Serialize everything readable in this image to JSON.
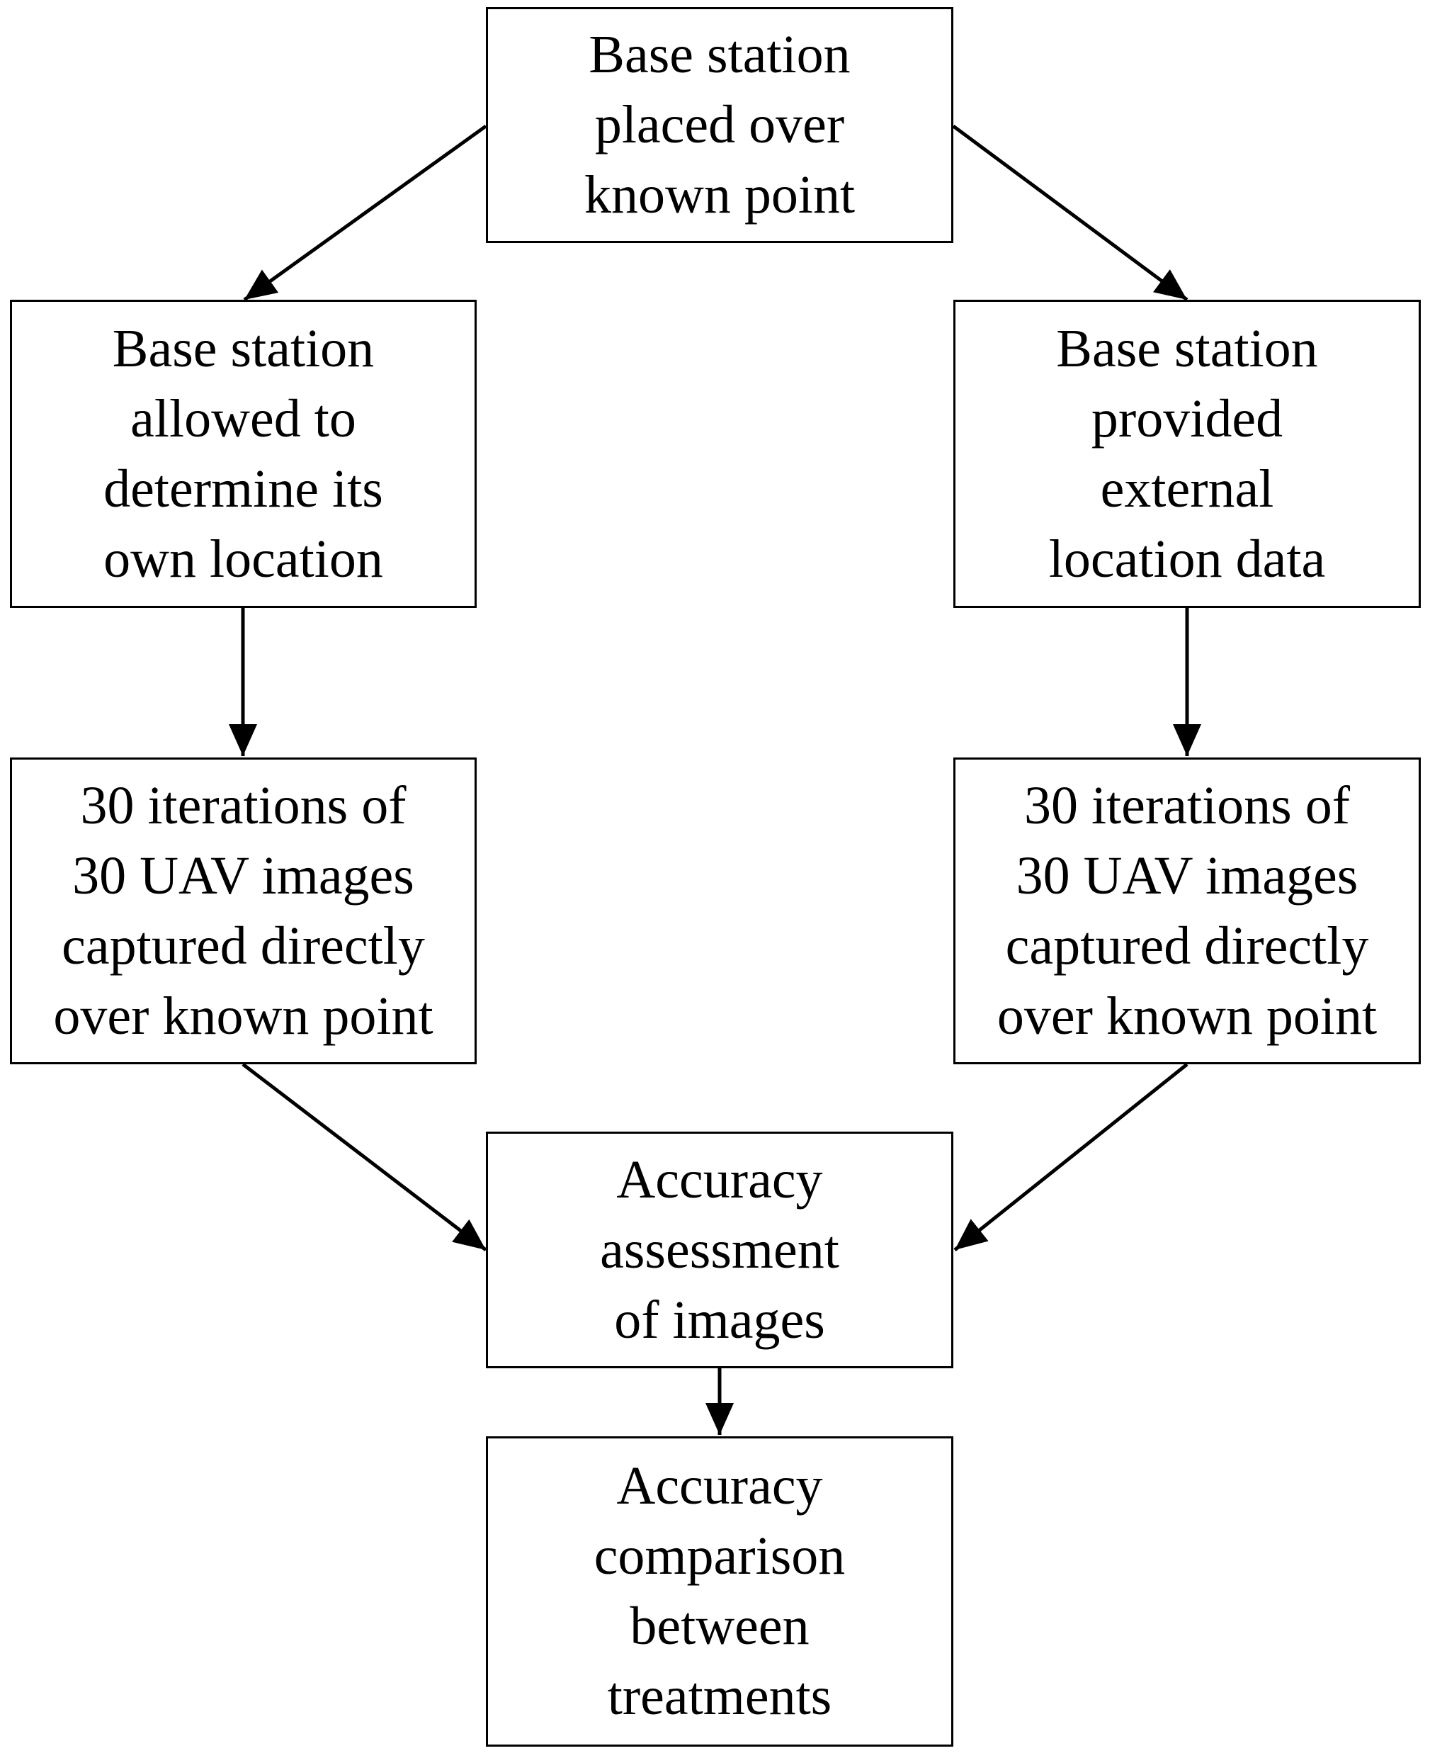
{
  "nodes": {
    "start": "Base station\nplaced over\nknown point",
    "left_setup": "Base station\nallowed to\ndetermine its\nown location",
    "right_setup": "Base station\nprovided\nexternal\nlocation data",
    "left_capture": "30 iterations of\n30 UAV images\ncaptured directly\nover known point",
    "right_capture": "30 iterations of\n30 UAV images\ncaptured directly\nover known point",
    "assessment": "Accuracy\nassessment\nof images",
    "comparison": "Accuracy\ncomparison\nbetween\ntreatments"
  },
  "edges": [
    [
      "start",
      "left_setup"
    ],
    [
      "start",
      "right_setup"
    ],
    [
      "left_setup",
      "left_capture"
    ],
    [
      "right_setup",
      "right_capture"
    ],
    [
      "left_capture",
      "assessment"
    ],
    [
      "right_capture",
      "assessment"
    ],
    [
      "assessment",
      "comparison"
    ]
  ]
}
